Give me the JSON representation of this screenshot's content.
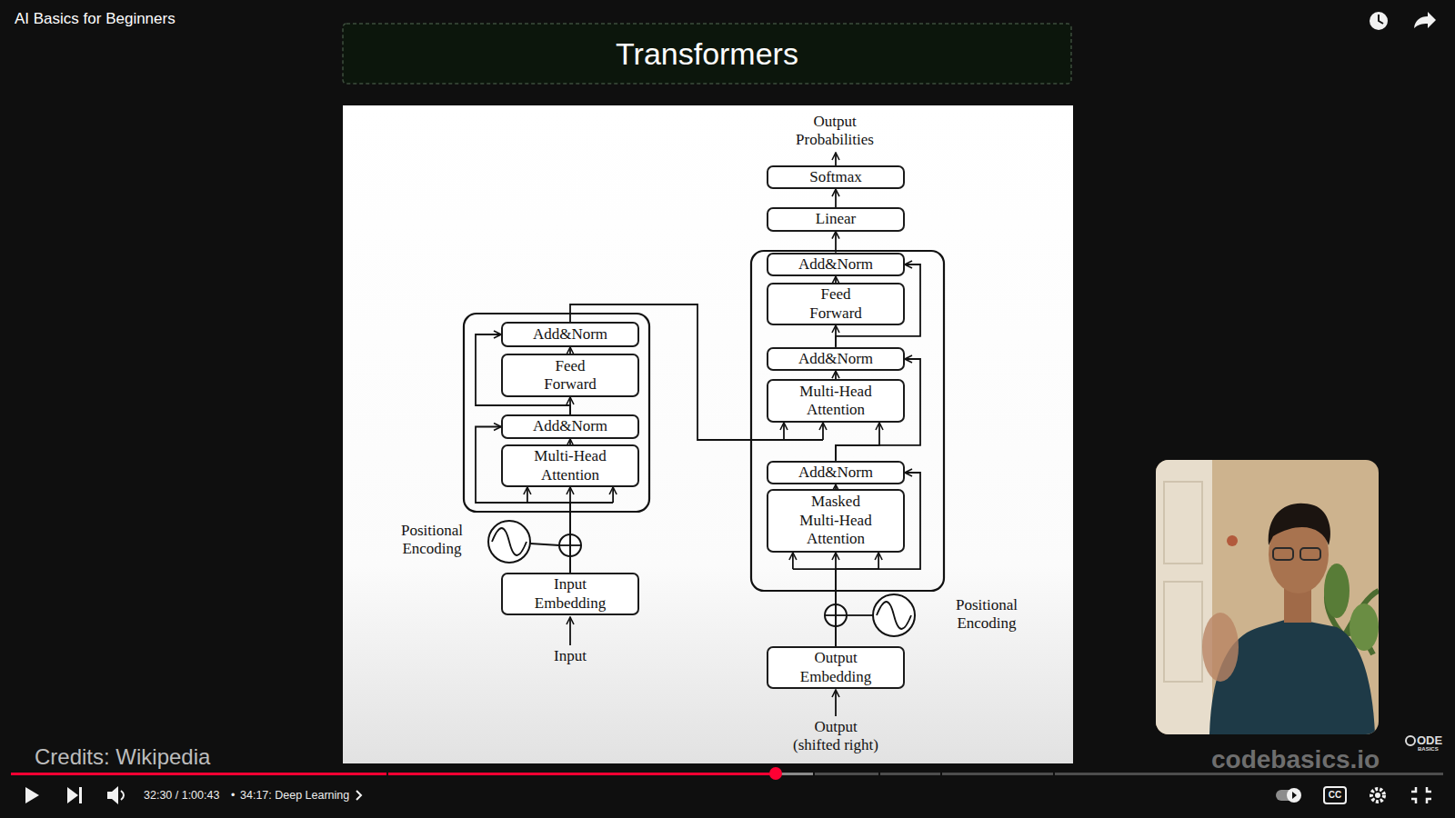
{
  "diagram": {
    "title": "Transformers",
    "nodes": [
      {
        "text": [
          "Softmax"
        ]
      },
      {
        "text": [
          "Linear"
        ]
      },
      {
        "text": [
          "Add&Norm"
        ]
      },
      {
        "text": [
          "Feed Forward"
        ]
      },
      {
        "text": [
          "Add&Norm"
        ]
      },
      {
        "text": [
          "Multi-Head Attention"
        ]
      },
      {
        "text": [
          "Add&Norm"
        ]
      },
      {
        "text": [
          "Feed Forward"
        ]
      },
      {
        "text": [
          "Add&Norm"
        ]
      },
      {
        "text": [
          "Multi-Head Attention"
        ]
      },
      {
        "text": [
          "Add&Norm"
        ]
      },
      {
        "text": [
          "Masked Multi-Head Attention"
        ]
      },
      {
        "text": [
          "Input Embedding"
        ]
      },
      {
        "text": [
          "Output Embedding"
        ]
      }
    ],
    "edges": [
      {
        "from": 1,
        "to": 0,
        "arrow": "to"
      },
      {
        "from": 2,
        "to": 1,
        "arrow": "to"
      },
      {
        "from": 3,
        "to": 2,
        "arrow": "to"
      },
      {
        "from": 4,
        "to": 3,
        "arrow": "to"
      },
      {
        "from": 4,
        "to": 2,
        "arrow": "to"
      },
      {
        "from": 5,
        "to": 4,
        "arrow": "to"
      },
      {
        "from": 10,
        "to": 5,
        "arrow": "to"
      },
      {
        "from": 10,
        "to": 4,
        "arrow": "to"
      },
      {
        "from": 6,
        "to": 5,
        "arrow": "to"
      },
      {
        "from": 7,
        "to": 6,
        "arrow": "to"
      },
      {
        "from": 8,
        "to": 7,
        "arrow": "to"
      },
      {
        "from": 8,
        "to": 6,
        "arrow": "to"
      },
      {
        "from": 9,
        "to": 8,
        "arrow": "to"
      },
      {
        "from": 11,
        "to": 10,
        "arrow": "to"
      },
      {
        "from": 12,
        "to": 9,
        "arrow": "to"
      },
      {
        "from": 12,
        "to": 8,
        "arrow": "to"
      },
      {
        "from": 13,
        "to": 11,
        "arrow": "to"
      },
      {
        "from": 13,
        "to": 10,
        "arrow": "to"
      }
    ],
    "labels": [
      "AI Basics for Beginners",
      "Output Probabilities",
      "Positional Encoding",
      "Input",
      "Positional Encoding",
      "Output (shifted right)",
      "ODE",
      "BASICS",
      "codebasics.io",
      "Credits: Wikipedia",
      "32:30 / 1:00:43",
      "•",
      "34:17: Deep Learning",
      "CC"
    ]
  }
}
